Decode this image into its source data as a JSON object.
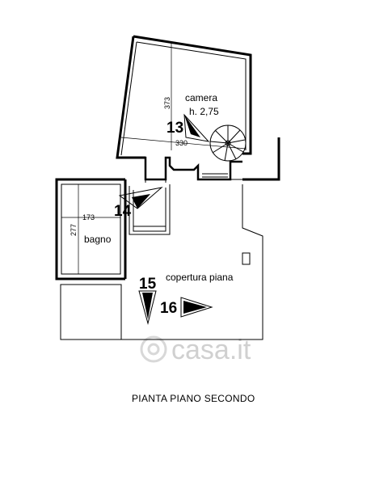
{
  "rooms": {
    "camera": {
      "name": "camera",
      "height_label": "h. 2,75",
      "dim_vertical": "373",
      "dim_horizontal": "330"
    },
    "bagno": {
      "name": "bagno",
      "dim_vertical": "277",
      "dim_horizontal": "173"
    },
    "copertura": {
      "name": "copertura  piana"
    }
  },
  "views": [
    {
      "number": "13"
    },
    {
      "number": "14"
    },
    {
      "number": "15"
    },
    {
      "number": "16"
    }
  ],
  "title": "PIANTA  PIANO    SECONDO",
  "watermark": "casa.it"
}
